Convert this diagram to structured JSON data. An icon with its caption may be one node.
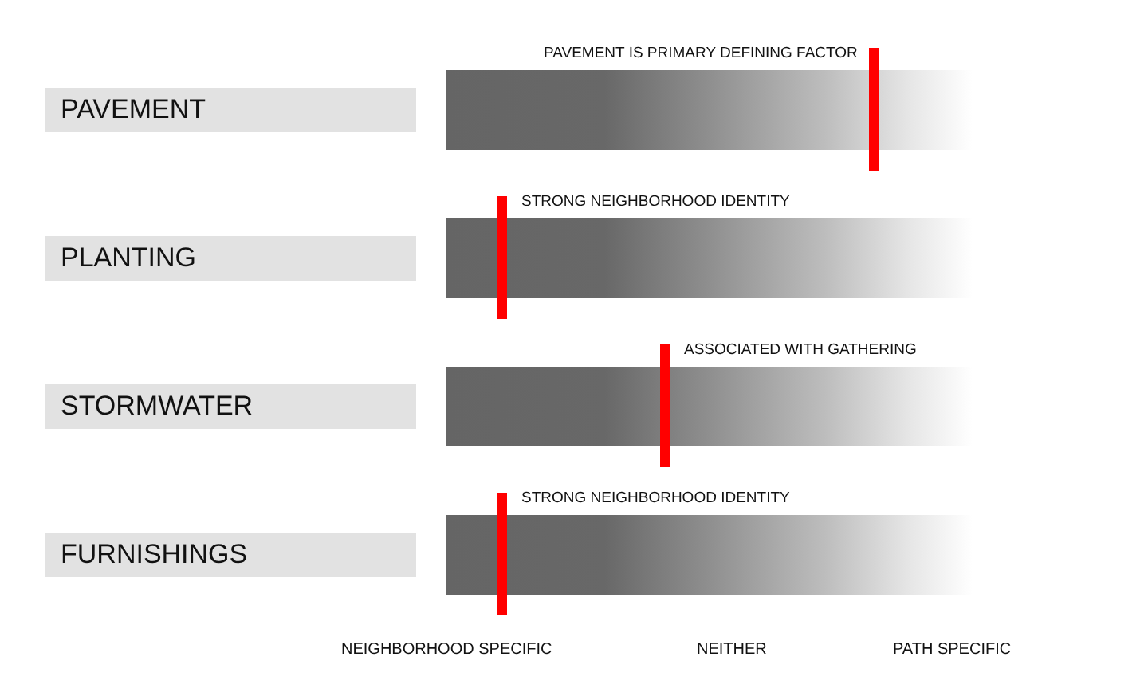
{
  "diagram": {
    "nodes": [
      {
        "text": [
          "PAVEMENT"
        ]
      },
      {
        "text": [],
        "shape": "bar",
        "beside": [
          "PAVEMENT IS PRIMARY DEFINING FACTOR"
        ]
      },
      {
        "text": [
          "PLANTING"
        ]
      },
      {
        "text": [],
        "shape": "bar",
        "beside": [
          "STRONG NEIGHBORHOOD IDENTITY"
        ]
      },
      {
        "text": [
          "STORMWATER"
        ]
      },
      {
        "text": [],
        "shape": "bar",
        "beside": [
          "ASSOCIATED WITH GATHERING"
        ]
      },
      {
        "text": [
          "FURNISHINGS"
        ]
      },
      {
        "text": [],
        "shape": "bar",
        "beside": [
          "STRONG NEIGHBORHOOD IDENTITY"
        ]
      }
    ],
    "edges": [],
    "labels": [
      "NEIGHBORHOOD SPECIFIC",
      "NEITHER",
      "PATH SPECIFIC"
    ]
  }
}
